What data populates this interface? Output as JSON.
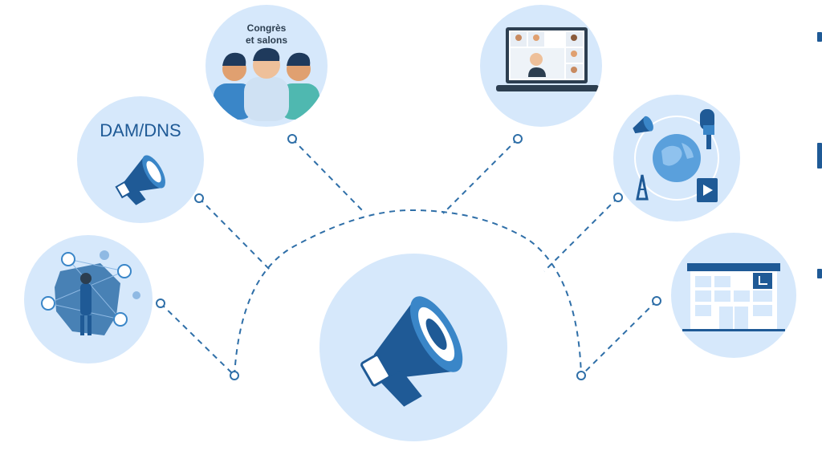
{
  "diagram": {
    "center": {
      "icon": "megaphone-icon"
    },
    "nodes": [
      {
        "id": "network",
        "icon": "france-network-map-icon",
        "label": ""
      },
      {
        "id": "dam-dns",
        "icon": "megaphone-icon",
        "label": "DAM/DNS"
      },
      {
        "id": "congres",
        "icon": "people-group-icon",
        "label_line1": "Congrès",
        "label_line2": "et salons"
      },
      {
        "id": "webinar",
        "icon": "video-conference-laptop-icon",
        "label": ""
      },
      {
        "id": "media",
        "icon": "globe-media-icon",
        "label": ""
      },
      {
        "id": "lab",
        "icon": "laboratory-building-icon",
        "label": ""
      }
    ]
  },
  "colors": {
    "circle_fill": "#d6e8fb",
    "line": "#2f6fa8",
    "dark_blue": "#1f5a96",
    "mid_blue": "#3a86c8"
  }
}
